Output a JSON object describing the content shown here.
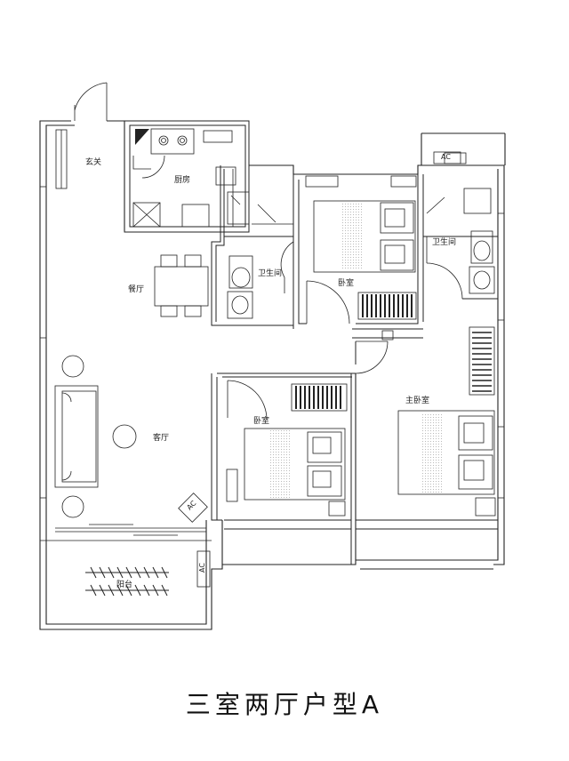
{
  "rooms": {
    "foyer": "玄关",
    "kitchen": "厨房",
    "dining": "餐厅",
    "living": "客厅",
    "balcony": "阳台",
    "bath_central": "卫生间",
    "bath_master": "卫生间",
    "bedroom_north": "卧室",
    "bedroom_south": "卧室",
    "master_bedroom": "主卧室"
  },
  "equipment": {
    "ac_label": "AC"
  },
  "caption": "三室两厅户型A",
  "colors": {
    "line": "#222222",
    "hatch": "#9a9a9a",
    "background": "#ffffff"
  }
}
